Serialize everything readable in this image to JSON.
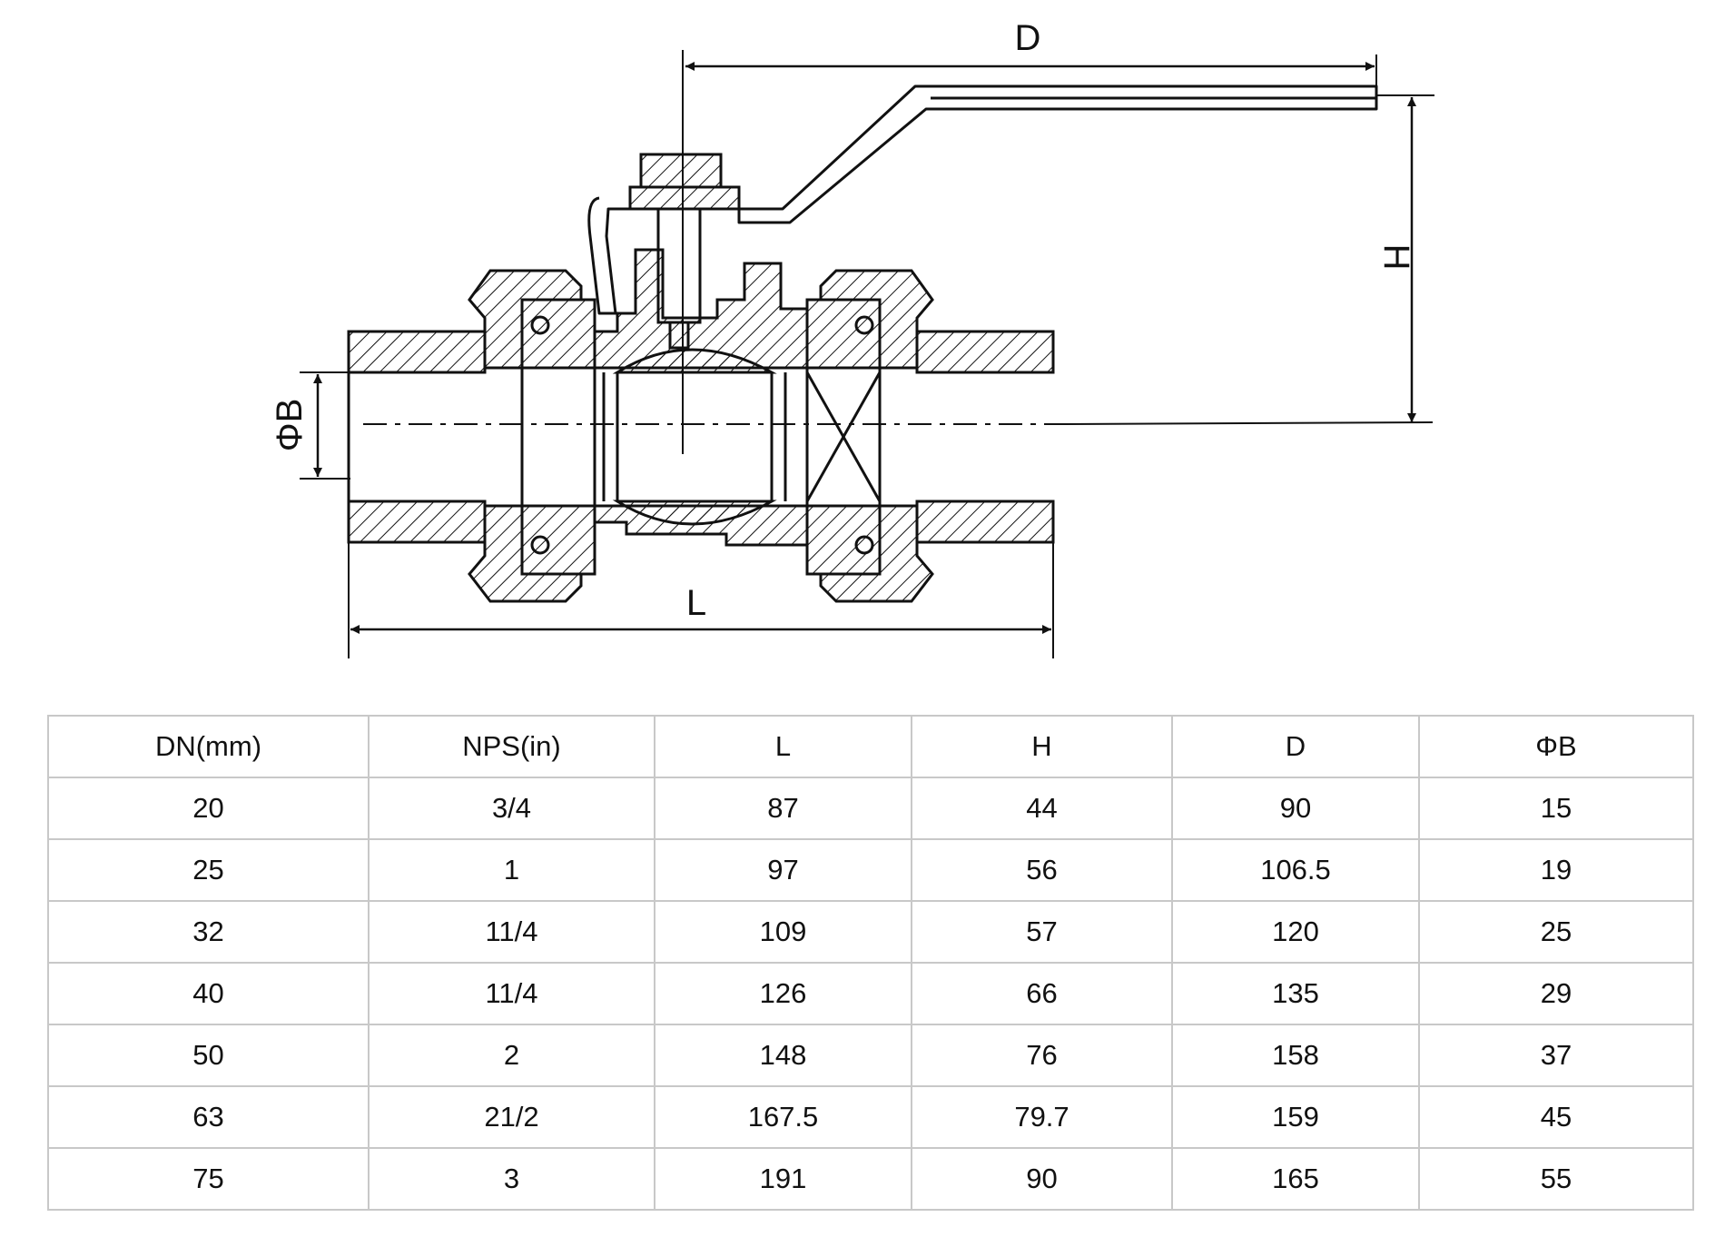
{
  "drawing": {
    "labels": {
      "D": "D",
      "H": "H",
      "L": "L",
      "B": "ΦB"
    }
  },
  "table": {
    "headers": [
      "DN(mm)",
      "NPS(in)",
      "L",
      "H",
      "D",
      "ΦB"
    ],
    "rows": [
      [
        "20",
        "3/4",
        "87",
        "44",
        "90",
        "15"
      ],
      [
        "25",
        "1",
        "97",
        "56",
        "106.5",
        "19"
      ],
      [
        "32",
        "11/4",
        "109",
        "57",
        "120",
        "25"
      ],
      [
        "40",
        "11/4",
        "126",
        "66",
        "135",
        "29"
      ],
      [
        "50",
        "2",
        "148",
        "76",
        "158",
        "37"
      ],
      [
        "63",
        "21/2",
        "167.5",
        "79.7",
        "159",
        "45"
      ],
      [
        "75",
        "3",
        "191",
        "90",
        "165",
        "55"
      ]
    ]
  }
}
